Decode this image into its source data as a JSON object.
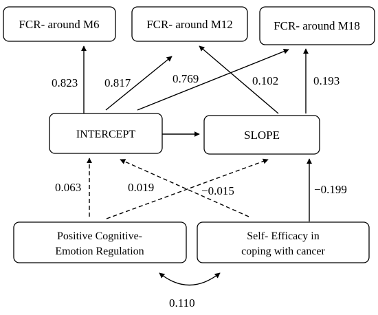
{
  "nodes": {
    "fcr_m6": "FCR- around M6",
    "fcr_m12": "FCR- around M12",
    "fcr_m18": "FCR- around M18",
    "intercept": "INTERCEPT",
    "slope": "SLOPE",
    "pcer_line1": "Positive Cognitive-",
    "pcer_line2": "Emotion Regulation",
    "se_line1": "Self- Efficacy in",
    "se_line2": "coping with cancer"
  },
  "paths": {
    "intercept_m6": "0.823",
    "intercept_m12": "0.817",
    "intercept_m18": "0.769",
    "slope_m12": "0.102",
    "slope_m18": "0.193",
    "pcer_intercept": "0.063",
    "pcer_slope": "0.019",
    "se_intercept": "−0.015",
    "se_slope": "−0.199",
    "pcer_se_covariance": "0.110"
  }
}
